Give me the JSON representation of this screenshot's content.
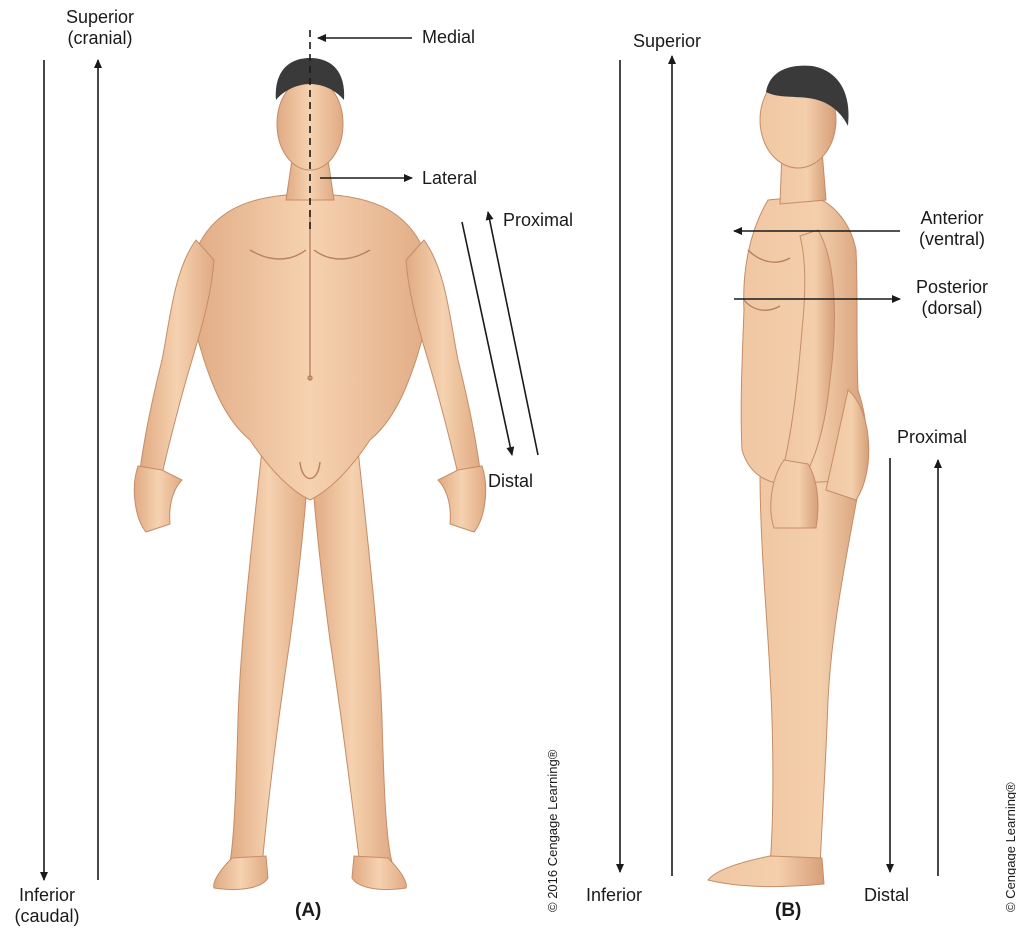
{
  "panel_a": {
    "label": "(A)",
    "superior": [
      "Superior",
      "(cranial)"
    ],
    "inferior": [
      "Inferior",
      "(caudal)"
    ],
    "medial": "Medial",
    "lateral": "Lateral",
    "proximal": "Proximal",
    "distal": "Distal",
    "credit": "© 2016 Cengage Learning®"
  },
  "panel_b": {
    "label": "(B)",
    "superior": "Superior",
    "inferior": "Inferior",
    "anterior": [
      "Anterior",
      "(ventral)"
    ],
    "posterior": [
      "Posterior",
      "(dorsal)"
    ],
    "proximal": "Proximal",
    "distal": "Distal",
    "credit": "© Cengage Learning®"
  },
  "colors": {
    "skin": "#f2c9a3",
    "skin_shadow": "#d9a27c",
    "hair": "#3a3a3a",
    "line": "#1a1a1a"
  }
}
